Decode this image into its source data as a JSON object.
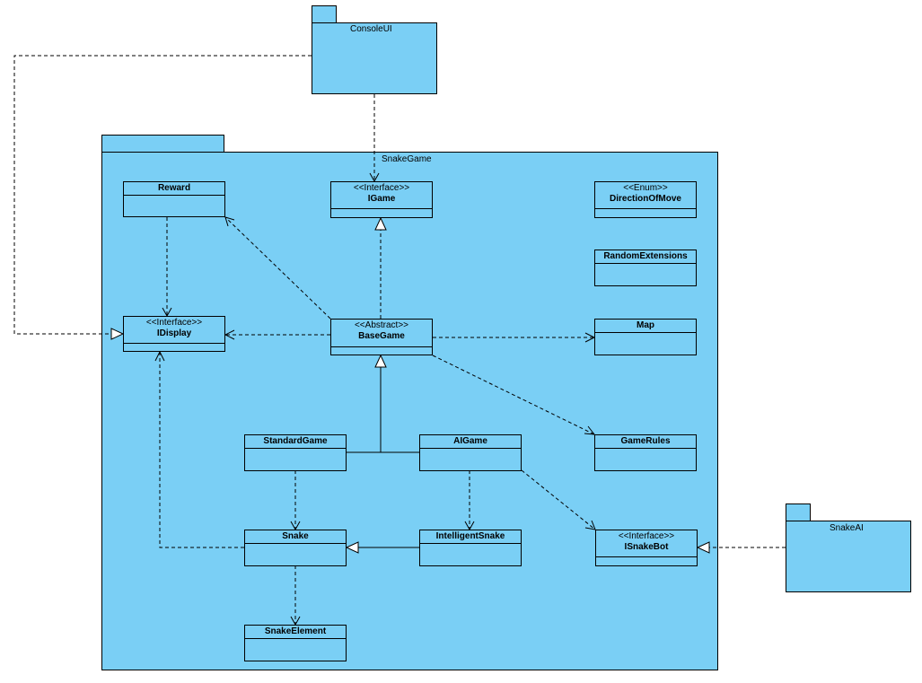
{
  "packages": {
    "consoleui": {
      "name": "ConsoleUI"
    },
    "snakegame": {
      "name": "SnakeGame"
    },
    "snakeai": {
      "name": "SnakeAI"
    }
  },
  "classes": {
    "reward": {
      "name": "Reward"
    },
    "igame": {
      "stereotype": "<<Interface>>",
      "name": "IGame"
    },
    "direction": {
      "stereotype": "<<Enum>>",
      "name": "DirectionOfMove"
    },
    "randomext": {
      "name": "RandomExtensions"
    },
    "idisplay": {
      "stereotype": "<<Interface>>",
      "name": "IDisplay"
    },
    "basegame": {
      "stereotype": "<<Abstract>>",
      "name": "BaseGame"
    },
    "map": {
      "name": "Map"
    },
    "gamerules": {
      "name": "GameRules"
    },
    "standardgame": {
      "name": "StandardGame"
    },
    "aigame": {
      "name": "AIGame"
    },
    "snake": {
      "name": "Snake"
    },
    "intelligentsnake": {
      "name": "IntelligentSnake"
    },
    "isnakebot": {
      "stereotype": "<<Interface>>",
      "name": "ISnakeBot"
    },
    "snakeelement": {
      "name": "SnakeElement"
    }
  },
  "colors": {
    "fill": "#7acff5",
    "stroke": "#000000"
  }
}
